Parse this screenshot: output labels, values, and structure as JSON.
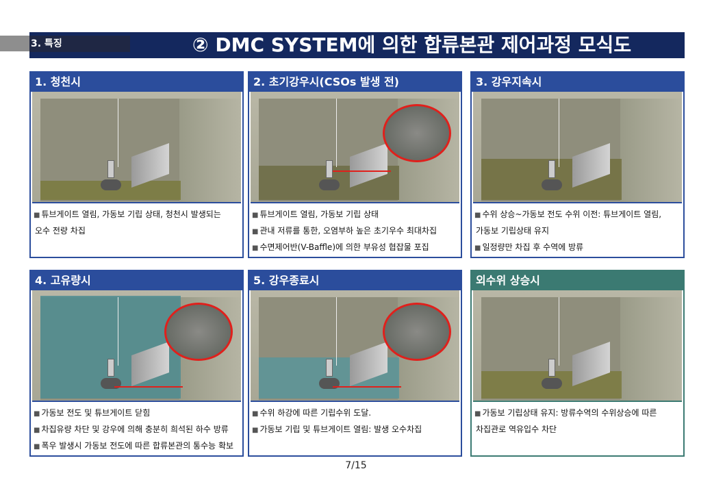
{
  "header": {
    "section": "3. 특징",
    "title": "② DMC SYSTEM에 의한 합류본관 제어과정 모식도"
  },
  "panels": [
    {
      "title": "1. 청천시",
      "lines": [
        "튜브게이트 열림, 가동보 기립 상태, 청천시 발생되는",
        "오수 전량 차집"
      ],
      "water": "#7a7a3e"
    },
    {
      "title": "2. 초기강우시(CSOs 발생 전)",
      "lines": [
        "튜브게이트 열림, 가동보 기립 상태",
        "관내 저류를 통한, 오염부하 높은 초기우수 최대차집",
        "수면제어반(V-Baffle)에 의한 부유성 협잡물 포집"
      ],
      "water": "#6d6c45"
    },
    {
      "title": "3. 강우지속시",
      "lines": [
        "수위 상승~가동보 전도 수위 이전: 튜브게이트 열림,",
        "가동보 기립상태 유지",
        "일정량만 차집 후 수역에 방류"
      ],
      "water": "#72703f"
    },
    {
      "title": "4. 고유량시",
      "lines": [
        "가동보 전도 및 튜브게이트 닫힘",
        "차집유량 차단 및 강우에 의해 충분히 희석된 하수 방류",
        "폭우 발생시 가동보 전도에 따른 합류본관의 통수능 확보"
      ],
      "water": "#4f8d92"
    },
    {
      "title": "5. 강우종료시",
      "lines": [
        "수위 하강에 따른 기립수위 도달.",
        "가동보 기립 및 튜브게이트 열림: 발생 오수차집"
      ],
      "water": "#5b959a"
    },
    {
      "title": "외수위 상승시",
      "lines": [
        "가동보 기립상태 유지: 방류수역의 수위상승에 따른",
        "차집관로 역유입수 차단"
      ],
      "water": "#7b7a40"
    }
  ],
  "footer": {
    "page": "7/15"
  }
}
